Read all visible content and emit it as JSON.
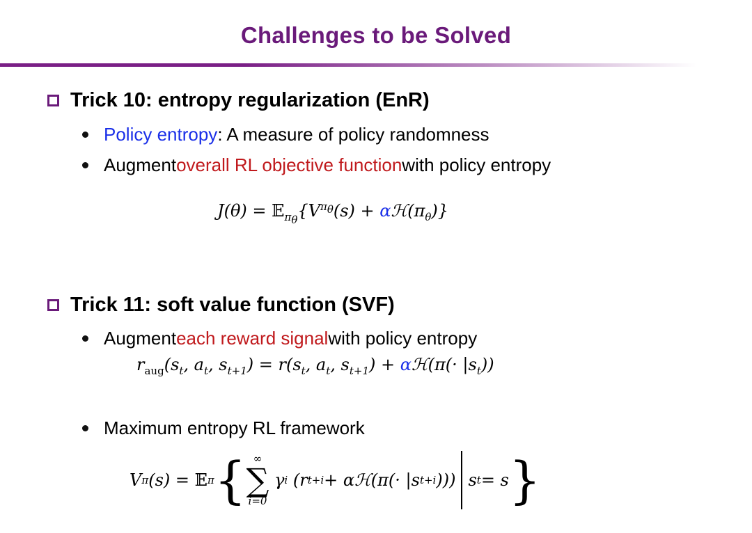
{
  "title": "Challenges to be Solved",
  "section1": {
    "heading": "Trick 10: entropy regularization (EnR)",
    "bullet1": {
      "highlight": "Policy entropy",
      "rest": ": A measure of policy randomness"
    },
    "bullet2": {
      "pre": "Augment ",
      "highlight": "overall RL objective function",
      "post": " with policy entropy"
    },
    "equation": {
      "lhs": "J(θ) = ",
      "E": "𝔼",
      "E_sub": "π",
      "E_subsub": "θ",
      "open": "{V",
      "V_sup": "π",
      "V_supsub": "θ",
      "mid": "(s) + ",
      "alpha": "α",
      "tail": "ℋ(π",
      "tail_sub": "θ",
      "close": ")}"
    }
  },
  "section2": {
    "heading": "Trick 11: soft value function (SVF)",
    "bullet1": {
      "pre": "Augment ",
      "highlight": "each reward signal",
      "post": " with policy entropy"
    },
    "equation1": {
      "r": "r",
      "r_sub": "aug",
      "args": "(s",
      "s_sub": "t",
      "comma_a": ", a",
      "a_sub": "t",
      "comma_s": ", s",
      "s2_sub": "t+1",
      "eq": ") = r(s",
      "s3_sub": "t",
      "comma_a2": ", a",
      "a2_sub": "t",
      "comma_s2": ", s",
      "s4_sub": "t+1",
      "plus": ") + ",
      "alpha": "α",
      "tail": "ℋ(π(· |s",
      "tail_sub": "t",
      "close": "))"
    },
    "bullet2": "Maximum entropy RL framework",
    "equation2": {
      "lhs": "V",
      "lhs_sup": "π",
      "lhs_rest": "(s) = ",
      "E": "𝔼",
      "E_sub": "π",
      "sum_top": "∞",
      "sum_sym": "∑",
      "sum_bottom": "i=0",
      "gamma": "γ",
      "gamma_sup": "i",
      "r": "(r",
      "r_sub": "t+i",
      "plus": " + αℋ(π(· |s",
      "s_sub": "t+i",
      "close": ")))",
      "cond": "s",
      "cond_sub": "t",
      "cond_rest": " = s"
    }
  }
}
